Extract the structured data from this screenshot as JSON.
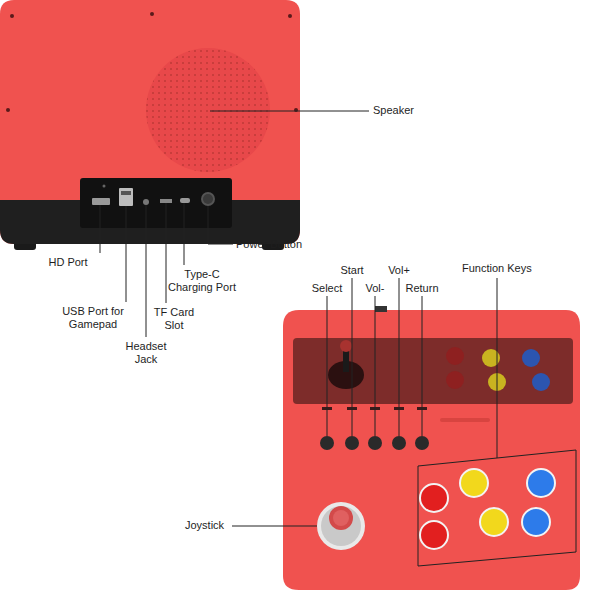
{
  "diagram": {
    "labels": [
      "Speaker",
      "HD Port",
      "USB Port for Gamepad",
      "Headset Jack",
      "TF Card Slot",
      "Type-C Charging Port",
      "Power Button",
      "Select",
      "Start",
      "Vol-",
      "Vol+",
      "Return",
      "Function Keys",
      "Joystick"
    ]
  }
}
